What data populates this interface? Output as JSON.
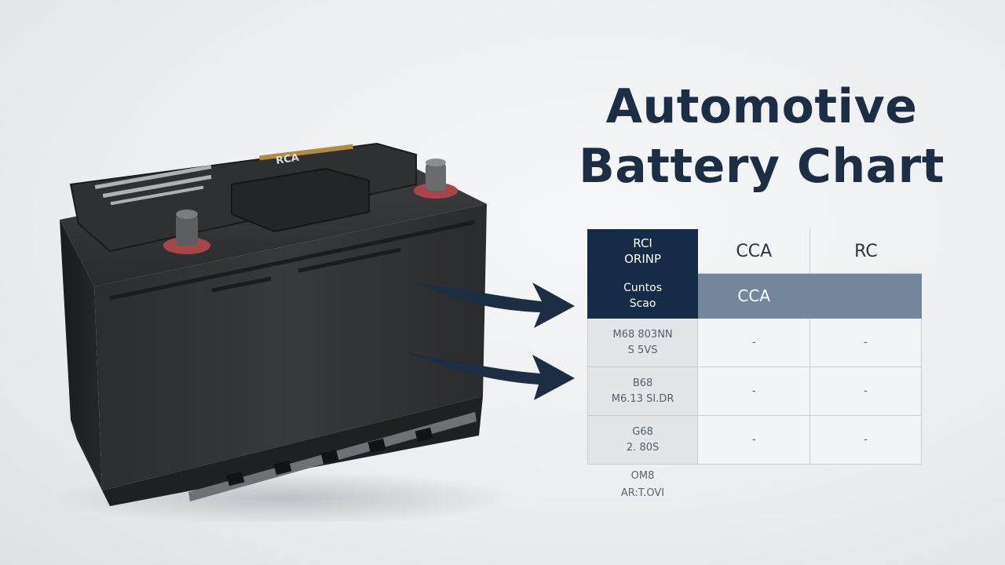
{
  "title": {
    "line1": "Automotive",
    "line2": "Battery Chart"
  },
  "battery": {
    "label": "Car battery with two terminals",
    "top_label": "RCA"
  },
  "table": {
    "header": {
      "col0_line1": "RCI",
      "col0_line2": "ORINP",
      "col1": "CCA",
      "col2": "RC"
    },
    "subheader": {
      "col0_line1": "Cuntos",
      "col0_line2": "Scao",
      "col1": "CCA",
      "col2": ""
    },
    "rows": [
      {
        "line1": "M68 803NN",
        "line2": "S 5VS",
        "cca": "-",
        "rc": "-"
      },
      {
        "line1": "B68",
        "line2": "M6.13 SI.DR",
        "cca": "-",
        "rc": "-"
      },
      {
        "line1": "G68",
        "line2": "2. 80S",
        "cca": "-",
        "rc": "-"
      }
    ],
    "tail": {
      "line1": "OM8",
      "line2": "AR:T.OVI"
    }
  },
  "colors": {
    "navy": "#152b47",
    "slate": "#74869b",
    "title": "#1c2d44"
  }
}
